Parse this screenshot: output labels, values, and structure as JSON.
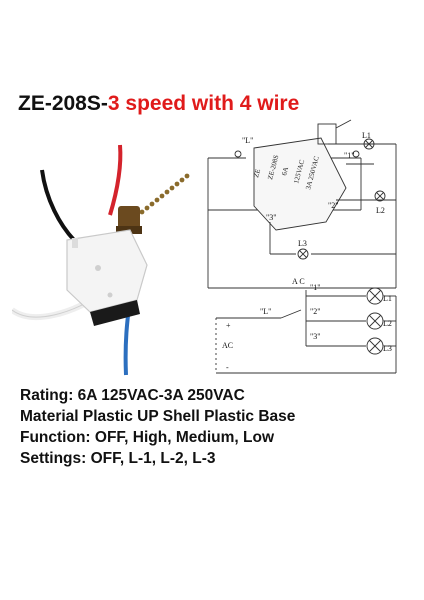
{
  "title": {
    "model": "ZE-208S-",
    "spec": "3 speed with 4 wire"
  },
  "diagram": {
    "labels": {
      "l1": "L1",
      "l2": "L2",
      "l3": "L3",
      "q1": "\"1\"",
      "q2": "\"2\"",
      "q3": "\"3\"",
      "qL": "\"L\"",
      "ac_top": "A C",
      "plus": "+",
      "ac": "AC",
      "minus": "-"
    },
    "switch_print": [
      "ZE",
      "ZE-208S",
      "6A",
      "125VAC",
      "3A 250VAC"
    ]
  },
  "specs": {
    "rating": "Rating: 6A 125VAC-3A 250VAC",
    "material": "Material Plastic UP Shell Plastic Base",
    "function": "Function: OFF, High, Medium, Low",
    "settings": "Settings: OFF, L-1, L-2, L-3"
  }
}
